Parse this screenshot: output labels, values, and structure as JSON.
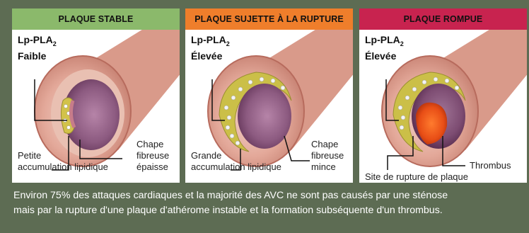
{
  "panels": [
    {
      "header": "PLAQUE STABLE",
      "lp_line1": "Lp-PLA",
      "lp_sub": "2",
      "lp_line2": "Faible",
      "label_left_1": "Petite",
      "label_left_2": "accumulation lipidique",
      "label_right_1": "Chape",
      "label_right_2": "fibreuse",
      "label_right_3": "épaisse"
    },
    {
      "header": "PLAQUE SUJETTE À LA RUPTURE",
      "lp_line1": "Lp-PLA",
      "lp_sub": "2",
      "lp_line2": "Élevée",
      "label_left_1": "Grande",
      "label_left_2": "accumulation lipidique",
      "label_right_1": "Chape",
      "label_right_2": "fibreuse",
      "label_right_3": "mince"
    },
    {
      "header": "PLAQUE ROMPUE",
      "lp_line1": "Lp-PLA",
      "lp_sub": "2",
      "lp_line2": "Élevée",
      "label_right_1": "Thrombus",
      "label_bottom": "Site de rupture de plaque"
    }
  ],
  "caption": {
    "line1": "Environ 75% des attaques cardiaques et la majorité des AVC ne sont pas causés par une sténose",
    "line2": "mais par la rupture d'une plaque d'athérome instable et la formation subséquente d'un thrombus."
  },
  "colors": {
    "stable": "#8bb96b",
    "prone": "#ef7e2b",
    "ruptured": "#c8234f",
    "background": "#5d6c53"
  }
}
